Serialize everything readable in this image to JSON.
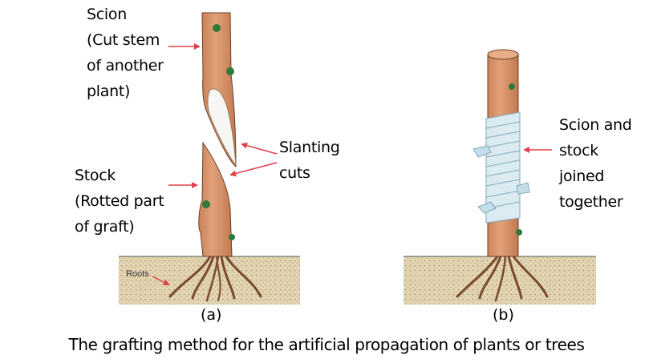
{
  "figure_a": {
    "panel_label": "(a)",
    "scion_label": [
      "Scion",
      "(Cut stem",
      "of another",
      "plant)"
    ],
    "stock_label": [
      "Stock",
      "(Rotted part",
      "of graft)"
    ],
    "cuts_label": [
      "Slanting",
      "cuts"
    ],
    "roots_label": "Roots"
  },
  "figure_b": {
    "panel_label": "(b)",
    "joined_label": [
      "Scion and",
      "stock",
      "joined",
      "together"
    ]
  },
  "caption": "The grafting method for the artificial propagation of plants or trees",
  "colors": {
    "stem": "#d9926a",
    "stem_dark": "#b86f47",
    "bud": "#2f7a3a",
    "soil": "#d8c7a2",
    "root": "#7a4a2e",
    "tape": "#cfe4ee",
    "arrow": "#e0404a"
  }
}
